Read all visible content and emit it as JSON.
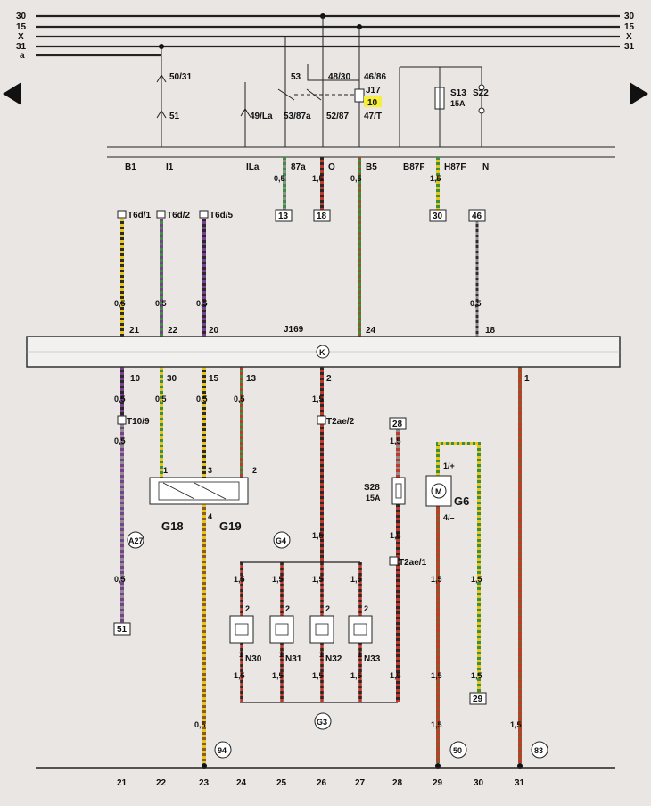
{
  "bus_labels": [
    "30",
    "15",
    "X",
    "31",
    "a"
  ],
  "bus_labels_right": [
    "30",
    "15",
    "X",
    "31"
  ],
  "relay_terms": {
    "t5031": "50/31",
    "t51": "51",
    "t49": "49/La",
    "t53": "53",
    "t4830": "48/30",
    "t4686": "46/86",
    "j17": "J17",
    "j17num": "10",
    "t5387": "53/87a",
    "t5287": "52/87",
    "t47": "47/T",
    "s13": "S13",
    "s13a": "15A",
    "s22": "S22"
  },
  "connector_row": [
    "B1",
    "I1",
    "ILa",
    "87a",
    "O",
    "B5",
    "B87F",
    "H87F",
    "N"
  ],
  "wire_sizes": {
    "w25top": "0,5",
    "w26top": "1,5",
    "w27top": "0,5",
    "w29top": "1,5",
    "c21a": "0,5",
    "c22a": "0,5",
    "c23a": "0,5",
    "c30a": "0,5",
    "c21b": "0,5",
    "c22b": "0,5",
    "c23b": "0,5",
    "c24b": "0,5",
    "c26b": "1,5",
    "c21c": "0,5",
    "c21d": "0,5",
    "c28a": "1,5",
    "c28b": "1,5",
    "c26c": "1,5",
    "c29a": "1,5",
    "c30b": "1,5",
    "g4a": "1,5",
    "g4b": "1,5",
    "g4c": "1,5",
    "g4d": "1,5",
    "g3a": "1,5",
    "g3b": "1,5",
    "g3c": "1,5",
    "g3d": "1,5",
    "c28c": "1,5",
    "c29b": "1,5",
    "c30c": "1,5",
    "c23c": "0,5",
    "c29c": "1,5",
    "c31a": "1,5"
  },
  "ref_boxes": {
    "r13": "13",
    "r18": "18",
    "r30": "30",
    "r46": "46",
    "r28": "28",
    "r51": "51",
    "r29": "29"
  },
  "t6d": {
    "t1": "T6d/1",
    "t2": "T6d/2",
    "t5": "T6d/5"
  },
  "j169": {
    "label": "J169",
    "pins_top": {
      "p21": "21",
      "p22": "22",
      "p20": "20",
      "p24": "24",
      "p18": "18"
    },
    "pins_bottom": {
      "p10": "10",
      "p30": "30",
      "p15": "15",
      "p13": "13",
      "p2": "2",
      "p1": "1"
    }
  },
  "connectors_mid": {
    "t109": "T10/9",
    "t2ae2": "T2ae/2",
    "t2ae1": "T2ae/1"
  },
  "sensor": {
    "g18": "G18",
    "g19": "G19",
    "p1": "1",
    "p3": "3",
    "p2": "2",
    "p4": "4"
  },
  "circles": {
    "a27": "A27",
    "g4": "G4",
    "g3": "G3",
    "c94": "94",
    "c50": "50",
    "c83": "83"
  },
  "fuse28": {
    "name": "S28",
    "amp": "15A"
  },
  "g6": {
    "name": "G6",
    "plus": "1/+",
    "minus": "4/–"
  },
  "injectors": {
    "n30": "N30",
    "n31": "N31",
    "n32": "N32",
    "n33": "N33",
    "pin2": "2",
    "pin1": "1"
  },
  "bottom_numbers": [
    "21",
    "22",
    "23",
    "24",
    "25",
    "26",
    "27",
    "28",
    "29",
    "30",
    "31"
  ]
}
